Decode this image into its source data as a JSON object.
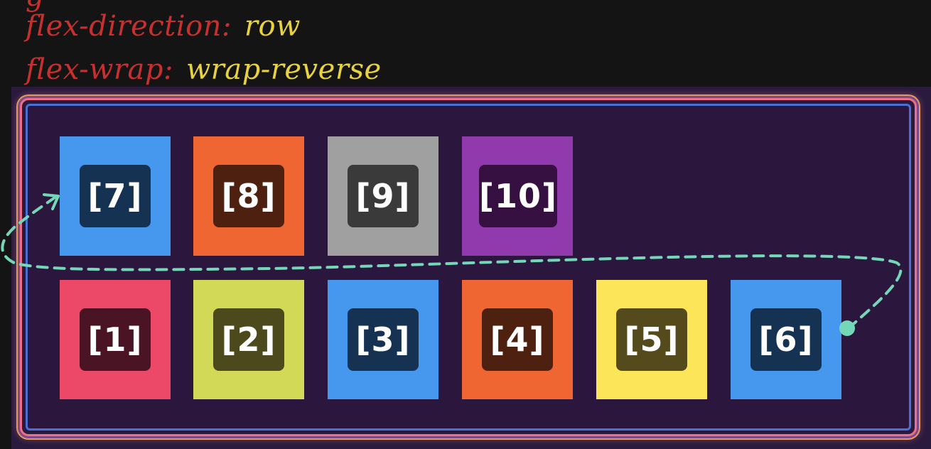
{
  "properties": {
    "direction_name": "flex-direction:",
    "direction_value": "row",
    "wrap_name": "flex-wrap:",
    "wrap_value": "wrap-reverse"
  },
  "items": [
    {
      "label": "[1]",
      "bg": "#ec4868",
      "inner": "#4a1424"
    },
    {
      "label": "[2]",
      "bg": "#d2d957",
      "inner": "#4c4a1c"
    },
    {
      "label": "[3]",
      "bg": "#4598ee",
      "inner": "#163252"
    },
    {
      "label": "[4]",
      "bg": "#ef6633",
      "inner": "#4e2010"
    },
    {
      "label": "[5]",
      "bg": "#fde55a",
      "inner": "#544a1c"
    },
    {
      "label": "[6]",
      "bg": "#4598ee",
      "inner": "#163252"
    },
    {
      "label": "[7]",
      "bg": "#4598ee",
      "inner": "#163252"
    },
    {
      "label": "[8]",
      "bg": "#ef6633",
      "inner": "#4e2010"
    },
    {
      "label": "[9]",
      "bg": "#a0a0a0",
      "inner": "#3a3a3a"
    },
    {
      "label": "[10]",
      "bg": "#913aad",
      "inner": "#361040"
    }
  ],
  "colors": {
    "property_name": "#c8302f",
    "property_value": "#e8d33f",
    "flow_arrow": "#74d8b8"
  }
}
